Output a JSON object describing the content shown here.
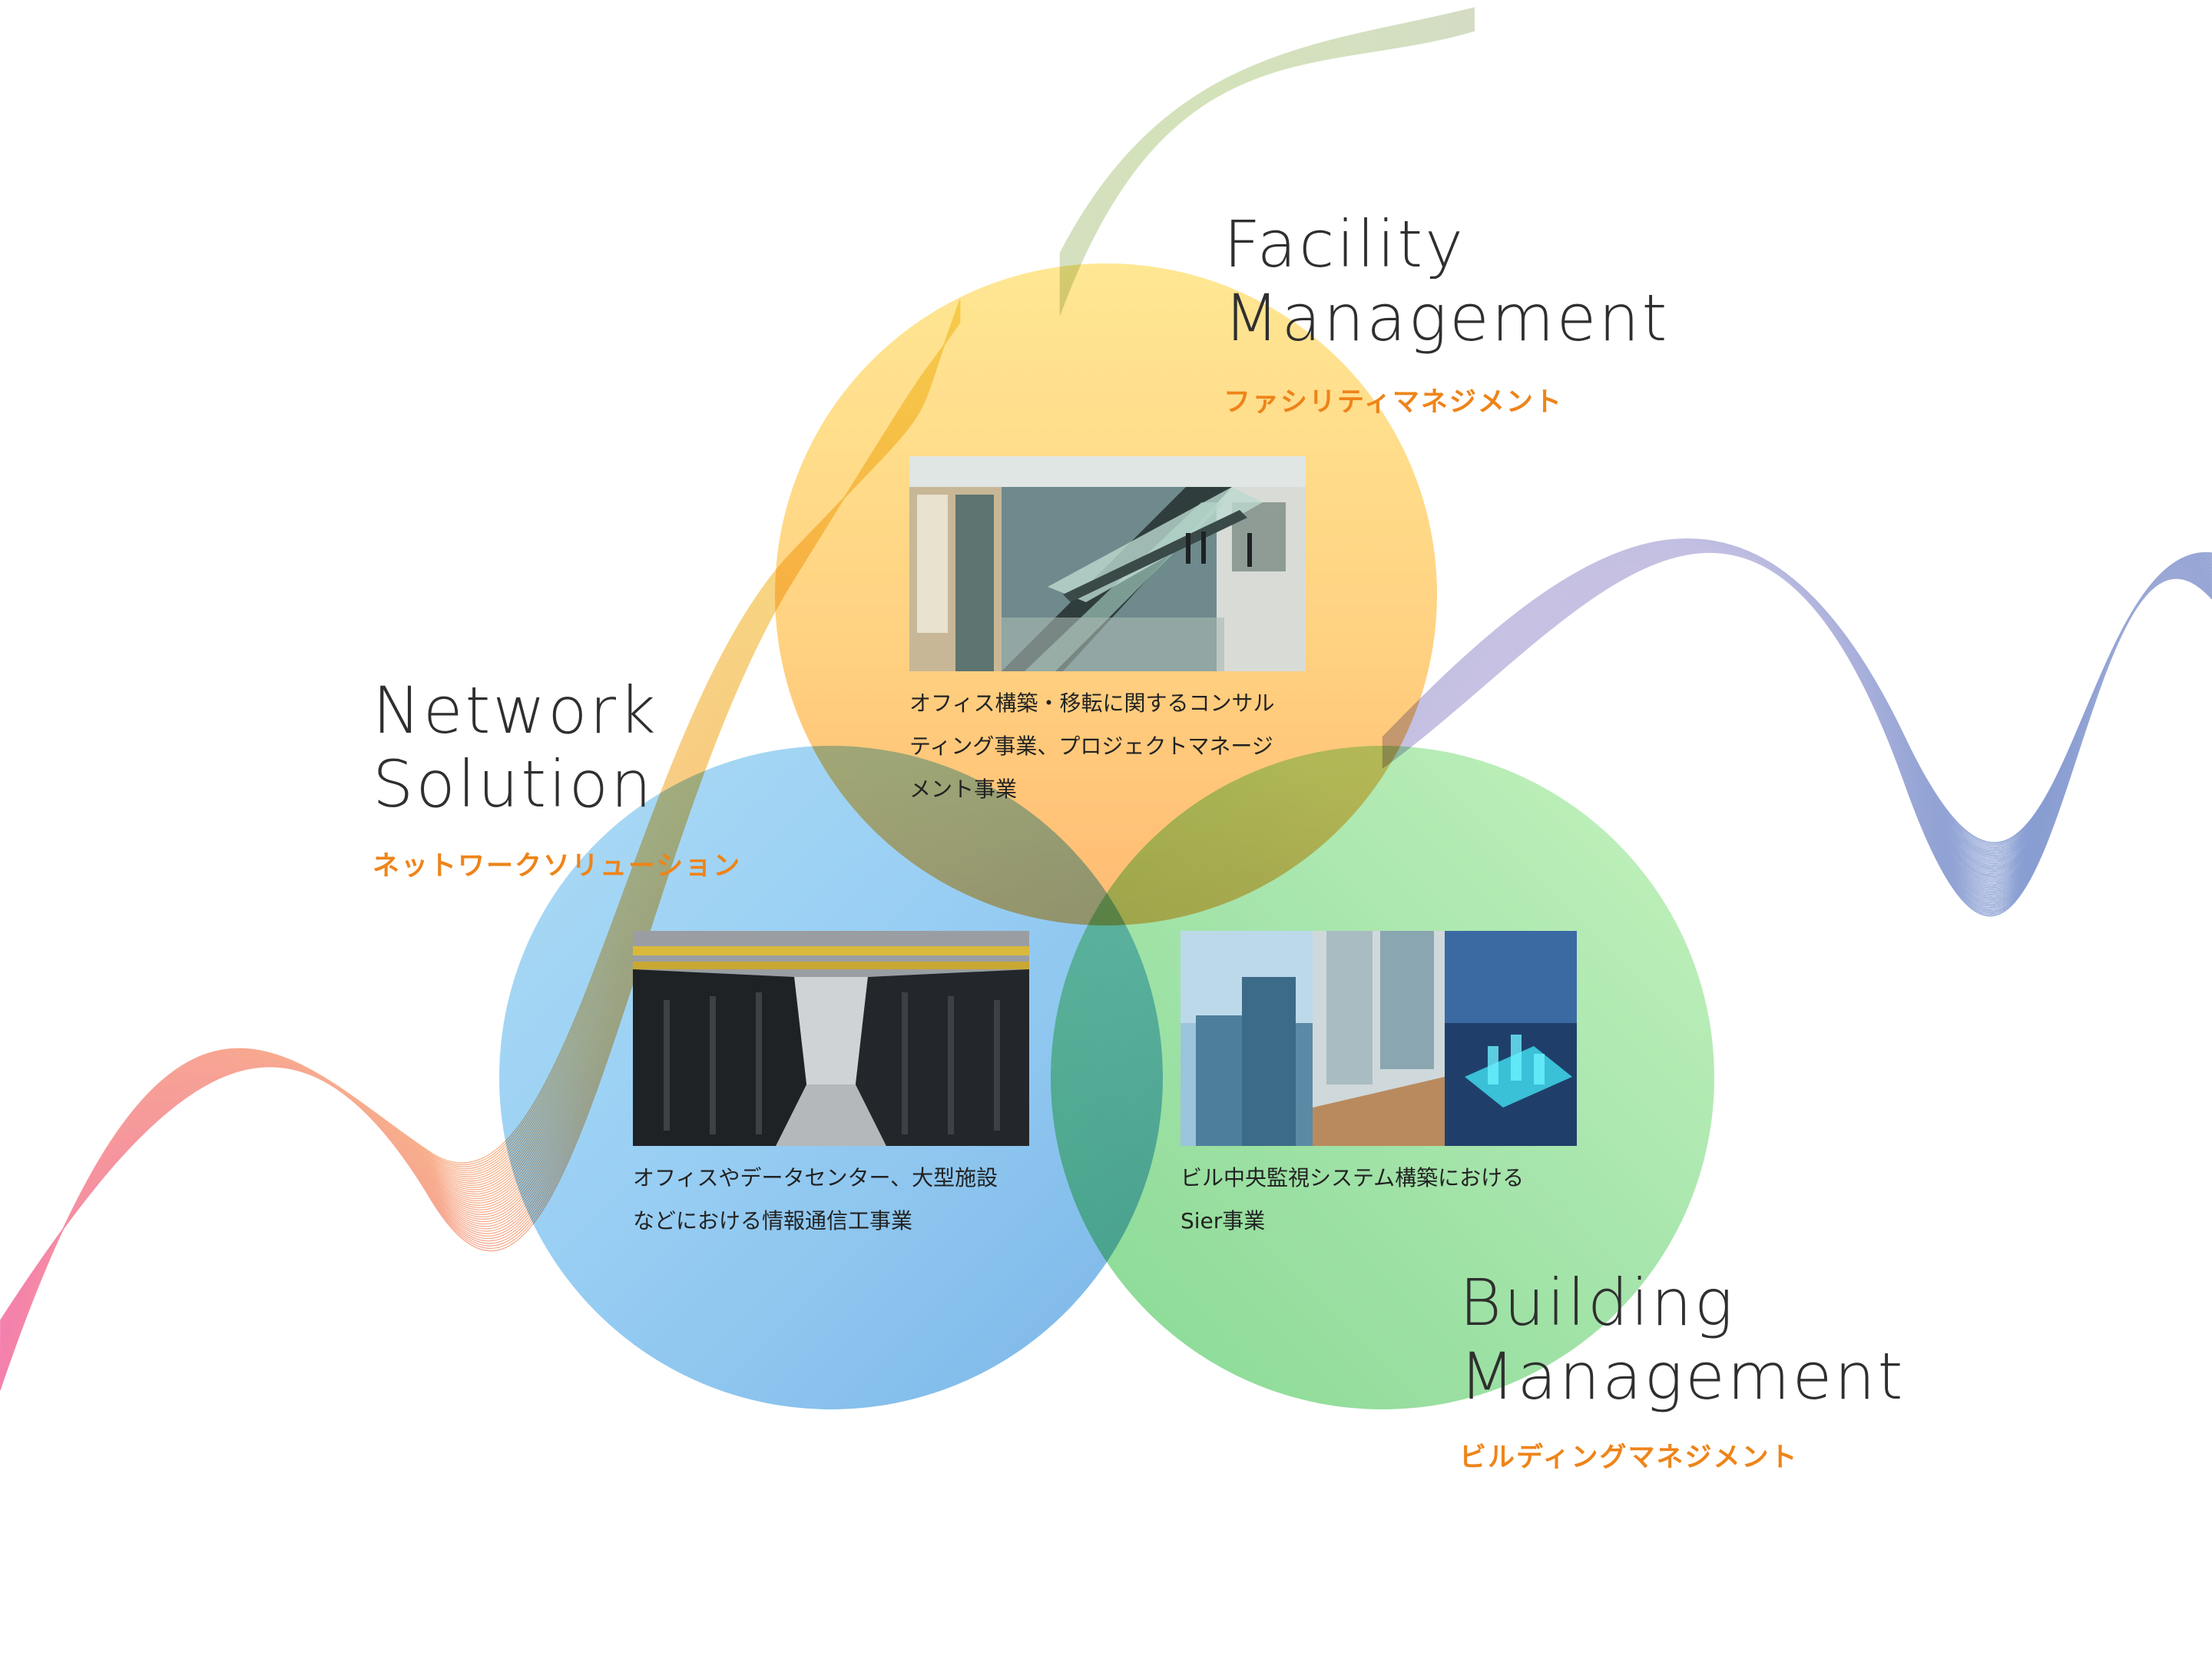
{
  "sections": {
    "facility": {
      "title_line1": "Facility",
      "title_line2": "Management",
      "subtitle": "ファシリティマネジメント",
      "desc_line1": "オフィス構築・移転に関するコンサル",
      "desc_line2": "ティング事業、プロジェクトマネージ",
      "desc_line3": "メント事業"
    },
    "network": {
      "title_line1": "Network",
      "title_line2": "Solution",
      "subtitle": "ネットワークソリューション",
      "desc_line1": "オフィスやデータセンター、大型施設",
      "desc_line2": "などにおける情報通信工事業"
    },
    "building": {
      "title_line1": "Building",
      "title_line2": "Management",
      "subtitle": "ビルディングマネジメント",
      "desc_line1": "ビル中央監視システム構築における",
      "desc_line2": "Sier事業"
    }
  },
  "colors": {
    "facility_circle": "#ffd27a",
    "network_circle": "#8fcaf2",
    "building_circle": "#9fe3a5",
    "accent_orange": "#ee8419",
    "heading_text": "#2f2f2f"
  }
}
